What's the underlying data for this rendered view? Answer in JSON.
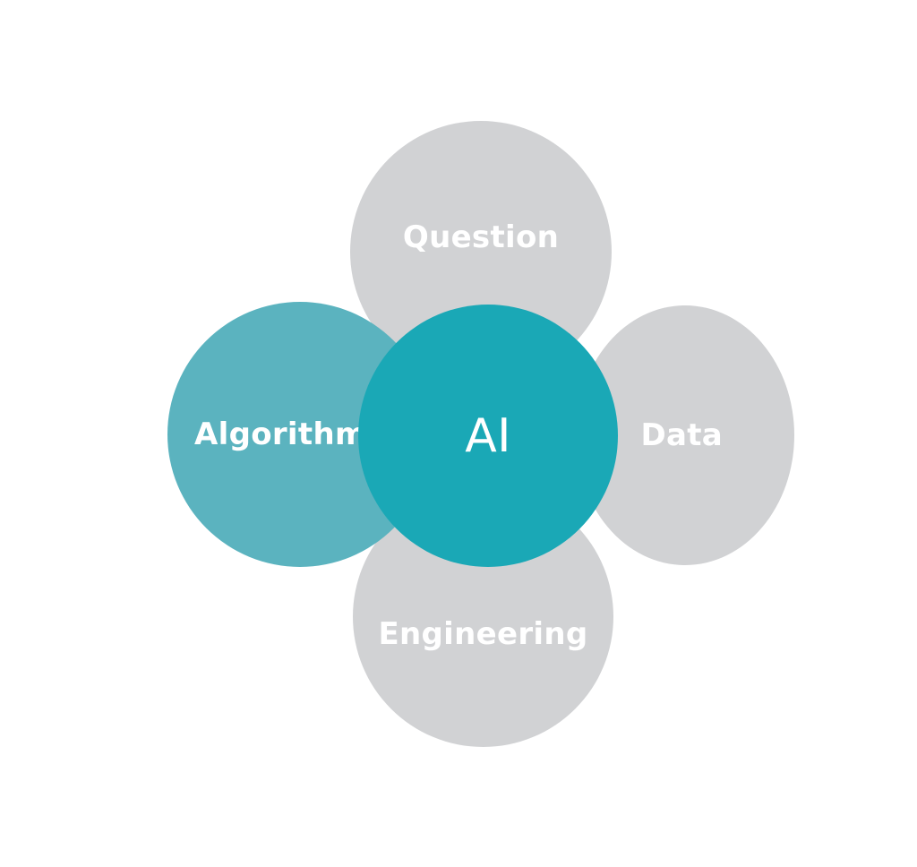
{
  "colors": {
    "gray_circle": "#d1d2d4",
    "teal_light": "#5bb3bf",
    "teal_dark": "#1aa8b6",
    "text": "#ffffff"
  },
  "nodes": {
    "center": {
      "label": "AI"
    },
    "top": {
      "label": "Question"
    },
    "right": {
      "label": "Data"
    },
    "bottom": {
      "label": "Engineering"
    },
    "left": {
      "label": "Algorithm"
    }
  }
}
